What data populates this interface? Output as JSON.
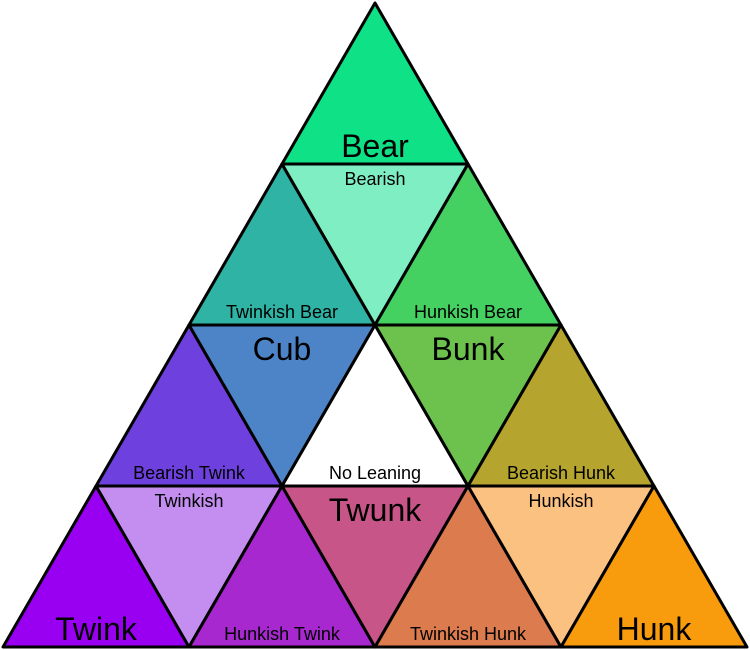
{
  "diagram": {
    "type": "triangle-classification-chart",
    "background_color": "#ffffff",
    "line_color": "#000000",
    "text_color": "#000000",
    "corner_concepts": [
      "Bear",
      "Twink",
      "Hunk"
    ],
    "regions": [
      {
        "id": "bear",
        "label": "Bear",
        "color": "#0fe186",
        "row": 0,
        "index": 0,
        "orientation": "up",
        "label_size": "large"
      },
      {
        "id": "twinkish-bear",
        "label": "Twinkish Bear",
        "color": "#2eb3a5",
        "row": 1,
        "index": 0,
        "orientation": "up",
        "label_size": "small"
      },
      {
        "id": "bearish",
        "label": "Bearish",
        "color": "#7feec3",
        "row": 1,
        "index": 1,
        "orientation": "down",
        "label_size": "small"
      },
      {
        "id": "hunkish-bear",
        "label": "Hunkish Bear",
        "color": "#45d162",
        "row": 1,
        "index": 2,
        "orientation": "up",
        "label_size": "small"
      },
      {
        "id": "bearish-twink",
        "label": "Bearish Twink",
        "color": "#6e40de",
        "row": 2,
        "index": 0,
        "orientation": "up",
        "label_size": "small"
      },
      {
        "id": "cub",
        "label": "Cub",
        "color": "#4d83c7",
        "row": 2,
        "index": 1,
        "orientation": "down",
        "label_size": "large"
      },
      {
        "id": "no-leaning",
        "label": "No Leaning",
        "color": "#ffffff",
        "row": 2,
        "index": 2,
        "orientation": "up",
        "label_size": "small"
      },
      {
        "id": "bunk",
        "label": "Bunk",
        "color": "#6dc24d",
        "row": 2,
        "index": 3,
        "orientation": "down",
        "label_size": "large"
      },
      {
        "id": "bearish-hunk",
        "label": "Bearish Hunk",
        "color": "#b5a52f",
        "row": 2,
        "index": 4,
        "orientation": "up",
        "label_size": "small"
      },
      {
        "id": "twink",
        "label": "Twink",
        "color": "#9900f2",
        "row": 3,
        "index": 0,
        "orientation": "up",
        "label_size": "large"
      },
      {
        "id": "twinkish",
        "label": "Twinkish",
        "color": "#c38ef0",
        "row": 3,
        "index": 1,
        "orientation": "down",
        "label_size": "small"
      },
      {
        "id": "hunkish-twink",
        "label": "Hunkish Twink",
        "color": "#a728cf",
        "row": 3,
        "index": 2,
        "orientation": "up",
        "label_size": "small"
      },
      {
        "id": "twunk",
        "label": "Twunk",
        "color": "#c75587",
        "row": 3,
        "index": 3,
        "orientation": "down",
        "label_size": "large"
      },
      {
        "id": "twinkish-hunk",
        "label": "Twinkish Hunk",
        "color": "#dc7c4e",
        "row": 3,
        "index": 4,
        "orientation": "up",
        "label_size": "small"
      },
      {
        "id": "hunkish",
        "label": "Hunkish",
        "color": "#fbc181",
        "row": 3,
        "index": 5,
        "orientation": "down",
        "label_size": "small"
      },
      {
        "id": "hunk",
        "label": "Hunk",
        "color": "#f89c0e",
        "row": 3,
        "index": 6,
        "orientation": "up",
        "label_size": "large"
      }
    ]
  }
}
